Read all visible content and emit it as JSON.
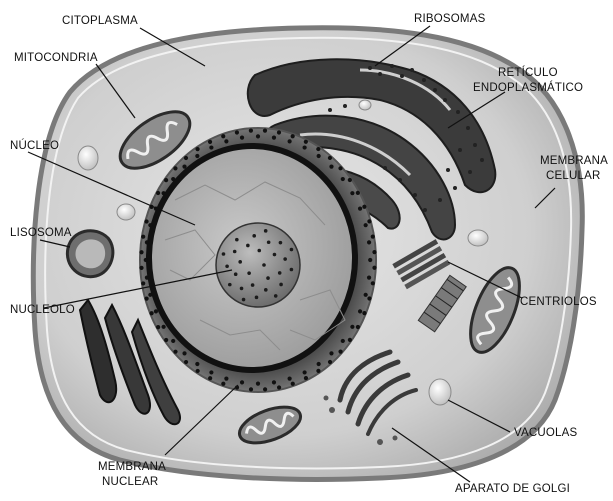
{
  "labels": {
    "citoplasma": "CITOPLASMA",
    "mitocondria": "MITOCONDRIA",
    "ribosomas": "RIBOSOMAS",
    "reticulo_line1": "RETÍCULO",
    "reticulo_line2": "ENDOPLASMÁTICO",
    "nucleo": "NÚCLEO",
    "membrana_celular_line1": "MEMBRANA",
    "membrana_celular_line2": "CELULAR",
    "lisosoma": "LISOSOMA",
    "centriolos": "CENTRIOLOS",
    "nucleolo": "NUCLEOLO",
    "vacuolas": "VACUOLAS",
    "membrana_nuclear_line1": "MEMBRANA",
    "membrana_nuclear_line2": "NUCLEAR",
    "aparato_golgi": "APARATO DE GOLGI"
  },
  "colors": {
    "cytoplasm": "#d2d2d2",
    "membrane": "#8a8a8a",
    "nucleus_dark": "#2a2a2a",
    "nucleoplasm": "#b5b5b5",
    "ink": "#111111"
  }
}
